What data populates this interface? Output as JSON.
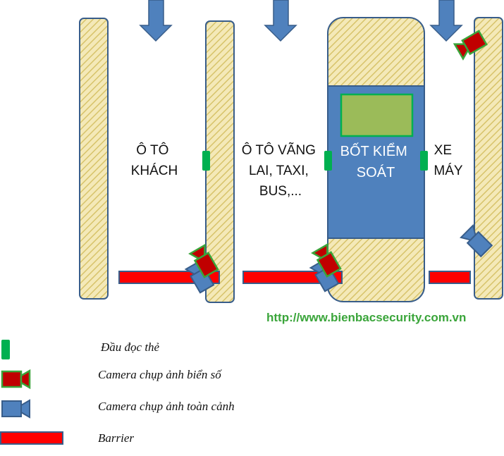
{
  "lanes": {
    "guest_car": [
      "Ô TÔ",
      "KHÁCH"
    ],
    "passing_car": [
      "Ô TÔ VÃNG",
      "LAI, TAXI,",
      "BUS,..."
    ],
    "booth": [
      "BỐT KIỂM",
      "SOÁT"
    ],
    "motorbike": [
      "XE",
      "MÁY"
    ]
  },
  "website": "http://www.bienbacsecurity.com.vn",
  "legend": {
    "card_reader": "Đầu đọc thẻ",
    "plate_camera": "Camera chụp ảnh biển số",
    "overview_camera": "Camera chụp ảnh toàn cảnh",
    "barrier": "Barrier"
  },
  "colors": {
    "island_fill": "#f4e9b8",
    "island_hatch": "#d7c36a",
    "booth_blue": "#4f81bd",
    "screen_green": "#9bbb59",
    "reader_green": "#00b050",
    "plate_camera_red": "#c00000",
    "barrier_red": "#ff0000",
    "arrow_blue": "#4f81bd"
  }
}
